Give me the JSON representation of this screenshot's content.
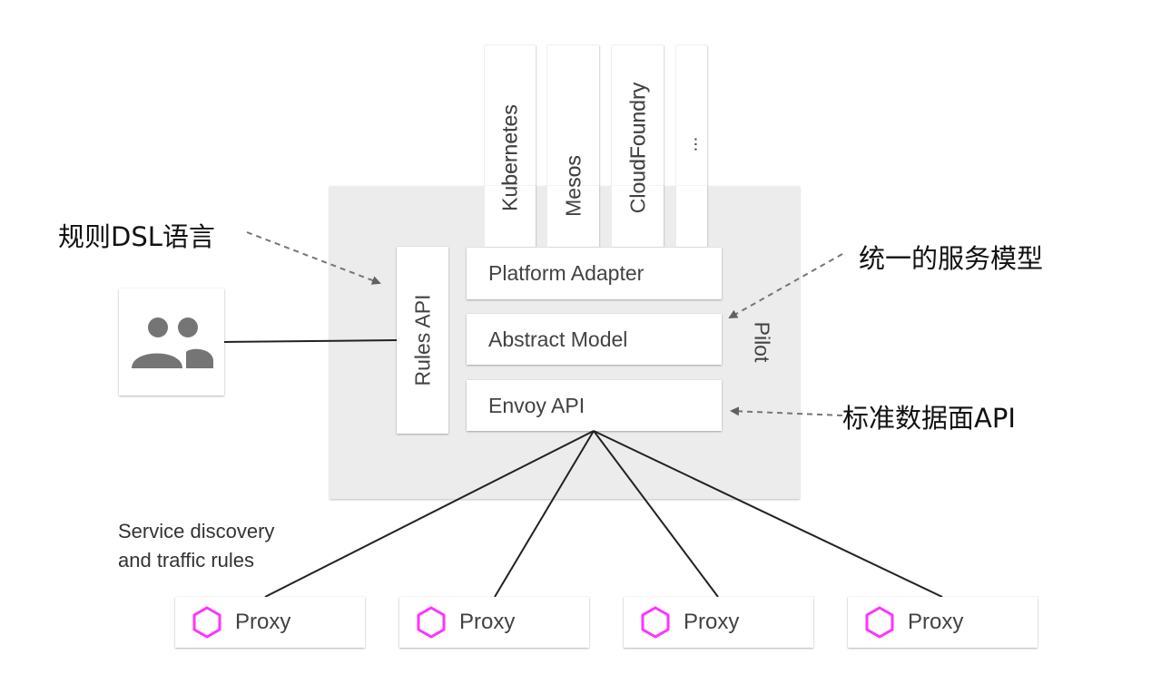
{
  "platforms": [
    {
      "label": "Kubernetes"
    },
    {
      "label": "Mesos"
    },
    {
      "label": "CloudFoundry"
    },
    {
      "label": "..."
    }
  ],
  "pilot": {
    "label": "Pilot",
    "rules_api": "Rules API",
    "layers": {
      "platform_adapter": "Platform Adapter",
      "abstract_model": "Abstract Model",
      "envoy_api": "Envoy API"
    }
  },
  "annotations": {
    "rules_dsl": "规则DSL语言",
    "unified_model": "统一的服务模型",
    "data_plane_api": "标准数据面API",
    "service_discovery_line1": "Service discovery",
    "service_discovery_line2": "and traffic rules"
  },
  "users": {
    "icon": "people-icon"
  },
  "proxies": [
    {
      "label": "Proxy",
      "icon": "hexagon-icon"
    },
    {
      "label": "Proxy",
      "icon": "hexagon-icon"
    },
    {
      "label": "Proxy",
      "icon": "hexagon-icon"
    },
    {
      "label": "Proxy",
      "icon": "hexagon-icon"
    }
  ],
  "colors": {
    "panel": "#ececec",
    "proxy_icon": "#ff33ff",
    "text": "#424242",
    "icon_gray": "#757575"
  }
}
